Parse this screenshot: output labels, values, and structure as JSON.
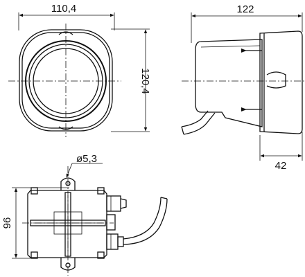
{
  "dimensions": {
    "front_width": "110,4",
    "front_height": "120,4",
    "side_depth": "122",
    "side_flange": "42",
    "hole_diameter": "ø5,3",
    "bottom_height": "96"
  }
}
